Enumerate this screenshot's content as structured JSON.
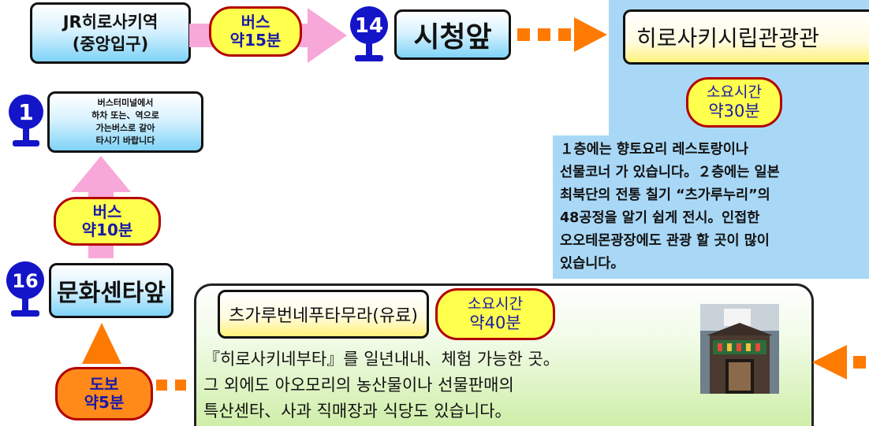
{
  "stations": {
    "jr": {
      "line1": "JR히로사키역",
      "line2": "(중앙입구)"
    },
    "city_hall": {
      "label": "시청앞",
      "number": "14"
    },
    "bus_terminal": {
      "number": "1",
      "note_lines": [
        "버스터미널에서",
        "하차 또는、역으로",
        "가는버스로 갈아",
        "타시기 바랍니다"
      ]
    },
    "culture_center": {
      "label": "문화센타앞",
      "number": "16"
    }
  },
  "transfers": {
    "bus_15": {
      "line1": "버스",
      "line2": "약15분"
    },
    "bus_10": {
      "line1": "버스",
      "line2": "약10분"
    },
    "walk_5": {
      "line1": "도보",
      "line2": "약5분"
    }
  },
  "tourism_hall": {
    "title": "히로사키시립관광관",
    "duration": {
      "line1": "소요시간",
      "line2": "약30분"
    },
    "description_lines": [
      "１층에는 향토요리 레스토랑이나",
      "선물코너 가 있습니다。２층에는 일본",
      "최북단의 전통  칠기 “츠가루누리”의",
      "48공정을 알기 쉽게 전시。인접한",
      "오오테몬광장에도 관광  할 곳이 많이",
      "있습니다。"
    ]
  },
  "neputa_village": {
    "title": "츠가루번네푸타무라(유료)",
    "duration": {
      "line1": "소요시간",
      "line2": "약40분"
    },
    "description_lines": [
      "『히로사키네부타』를 일년내내、체험 가능한 곳。",
      "그 외에도 아오모리의 농산물이나 선물판매의",
      "특산센타、사과 직매장과 식당도 있습니다。"
    ]
  },
  "colors": {
    "stop_blue": "#1414c8",
    "pill_border": "#b30000",
    "pink_arrow": "#f7a8d8",
    "orange_arrow": "#ff7a00",
    "info_bg": "#a9d8f7"
  }
}
